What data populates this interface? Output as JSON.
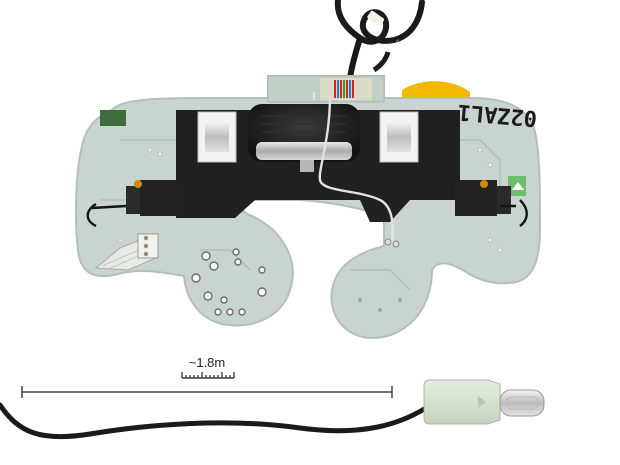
{
  "board": {
    "part_marking": "02ZAL1",
    "pcb_color": "#c9d3cf",
    "trace_color": "#b3bfba",
    "motor_color": "#1c1c1c",
    "bracket_color": "#202020",
    "yellow_part_color": "#f1b800"
  },
  "measurement": {
    "label": "~1.8m",
    "icon": "ruler-icon"
  },
  "connector": {
    "icon": "usb-c-connector",
    "housing_color": "#d9e4d4",
    "arrow_icon": "triangle-arrow-icon"
  },
  "cable_color": "#1a1a1a"
}
